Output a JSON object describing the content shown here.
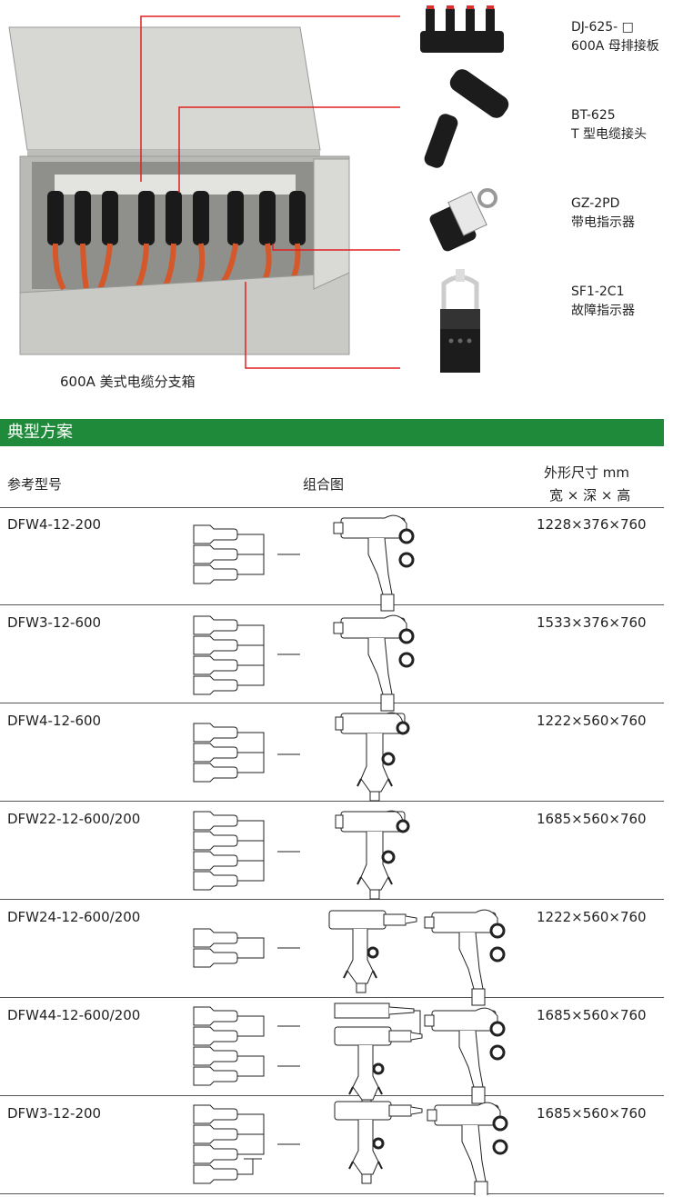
{
  "products": [
    {
      "code": "DJ-625- □",
      "name": "600A 母排接板"
    },
    {
      "code": "BT-625",
      "name": "T 型电缆接头"
    },
    {
      "code": "GZ-2PD",
      "name": "带电指示器"
    },
    {
      "code": "SF1-2C1",
      "name": "故障指示器"
    }
  ],
  "cabinet_caption": "600A 美式电缆分支箱",
  "section_title": "典型方案",
  "table": {
    "col_model": "参考型号",
    "col_diagram": "组合图",
    "col_size_1": "外形尺寸 mm",
    "col_size_2": "宽 × 深 × 高",
    "rows": [
      {
        "model": "DFW4-12-200",
        "size": "1228×376×760"
      },
      {
        "model": "DFW3-12-600",
        "size": "1533×376×760"
      },
      {
        "model": "DFW4-12-600",
        "size": "1222×560×760"
      },
      {
        "model": "DFW22-12-600/200",
        "size": "1685×560×760"
      },
      {
        "model": "DFW24-12-600/200",
        "size": "1222×560×760"
      },
      {
        "model": "DFW44-12-600/200",
        "size": "1685×560×760"
      },
      {
        "model": "DFW3-12-200",
        "size": "1685×560×760"
      }
    ]
  },
  "colors": {
    "banner": "#1e8a3a",
    "leader": "#e02020",
    "cabinet": "#c9c9c6"
  }
}
